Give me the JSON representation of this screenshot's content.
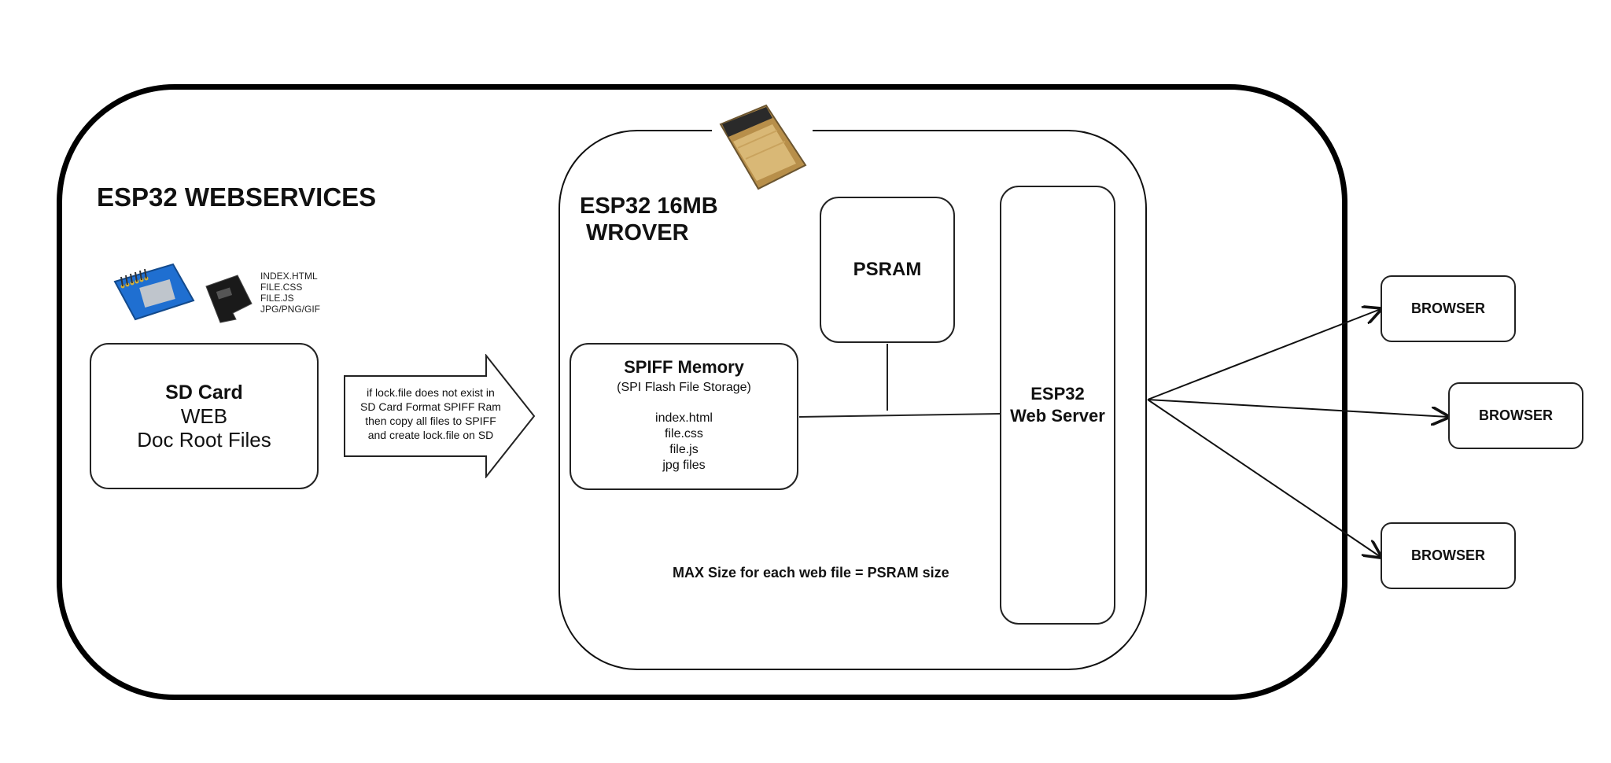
{
  "diagram": {
    "title": "ESP32 WEBSERVICES",
    "wrover_title": "ESP32 16MB\n WROVER",
    "sd_card": {
      "title": "SD Card",
      "line1": "WEB",
      "line2": "Doc Root Files"
    },
    "sd_files": [
      "INDEX.HTML",
      "FILE.CSS",
      "FILE.JS",
      "JPG/PNG/GIF"
    ],
    "copy_arrow_text": [
      "if lock.file does not exist in",
      "SD Card Format SPIFF Ram",
      "then copy all files to SPIFF",
      "and create lock.file on SD"
    ],
    "spiff": {
      "title": "SPIFF Memory",
      "subtitle": "(SPI Flash File Storage)",
      "files": [
        "index.html",
        "file.css",
        "file.js",
        "jpg files"
      ]
    },
    "psram": "PSRAM",
    "web_server": {
      "line1": "ESP32",
      "line2": "Web Server"
    },
    "browsers": [
      "BROWSER",
      "BROWSER",
      "BROWSER"
    ],
    "max_size_note": "MAX Size for each web  file = PSRAM size",
    "icons": [
      "sd-card-module-icon",
      "micro-sd-card-icon",
      "esp32-chip-icon"
    ]
  }
}
